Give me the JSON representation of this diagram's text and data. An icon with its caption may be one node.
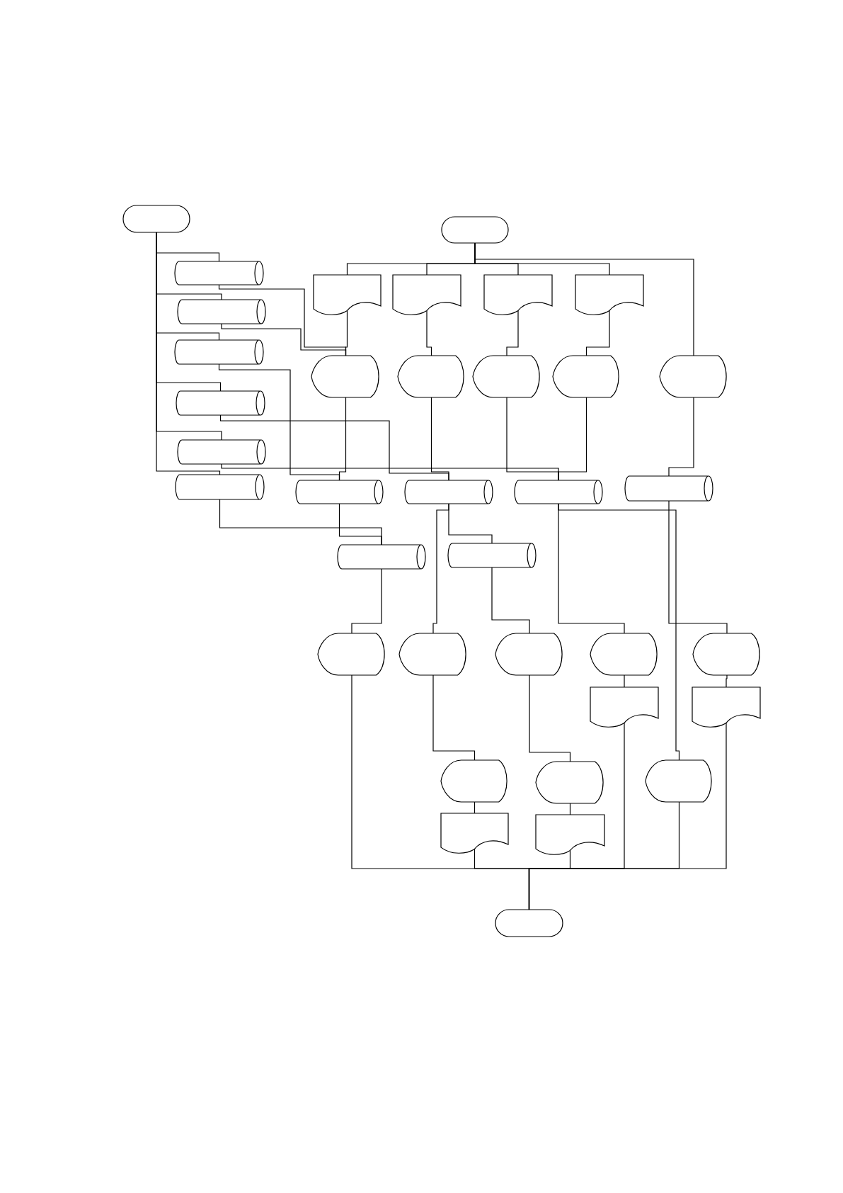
{
  "diagram": {
    "nodes": [
      {
        "text": [],
        "shape": "terminal"
      },
      {
        "text": [],
        "shape": "terminal"
      },
      {
        "text": [],
        "shape": "cylinder"
      },
      {
        "text": [],
        "shape": "document"
      },
      {
        "text": [],
        "shape": "document"
      },
      {
        "text": [],
        "shape": "document"
      },
      {
        "text": [],
        "shape": "document"
      },
      {
        "text": [],
        "shape": "cylinder"
      },
      {
        "text": [],
        "shape": "cylinder"
      },
      {
        "text": [],
        "shape": "display"
      },
      {
        "text": [],
        "shape": "display"
      },
      {
        "text": [],
        "shape": "display"
      },
      {
        "text": [],
        "shape": "display"
      },
      {
        "text": [],
        "shape": "display"
      },
      {
        "text": [],
        "shape": "cylinder"
      },
      {
        "text": [],
        "shape": "cylinder"
      },
      {
        "text": [],
        "shape": "cylinder"
      },
      {
        "text": [],
        "shape": "cylinder"
      },
      {
        "text": [],
        "shape": "cylinder"
      },
      {
        "text": [],
        "shape": "cylinder"
      },
      {
        "text": [],
        "shape": "cylinder"
      },
      {
        "text": [],
        "shape": "cylinder"
      },
      {
        "text": [],
        "shape": "cylinder"
      },
      {
        "text": [],
        "shape": "display"
      },
      {
        "text": [],
        "shape": "display"
      },
      {
        "text": [],
        "shape": "display"
      },
      {
        "text": [],
        "shape": "display"
      },
      {
        "text": [],
        "shape": "display"
      },
      {
        "text": [],
        "shape": "document"
      },
      {
        "text": [],
        "shape": "document"
      },
      {
        "text": [],
        "shape": "display"
      },
      {
        "text": [],
        "shape": "display"
      },
      {
        "text": [],
        "shape": "display"
      },
      {
        "text": [],
        "shape": "document"
      },
      {
        "text": [],
        "shape": "document"
      },
      {
        "text": [],
        "shape": "terminal"
      }
    ],
    "edges": [
      {
        "from": 0,
        "to": 2,
        "arrow": "none"
      },
      {
        "from": 0,
        "to": 7,
        "arrow": "none"
      },
      {
        "from": 0,
        "to": 8,
        "arrow": "none"
      },
      {
        "from": 0,
        "to": 14,
        "arrow": "none"
      },
      {
        "from": 0,
        "to": 15,
        "arrow": "none"
      },
      {
        "from": 0,
        "to": 16,
        "arrow": "none"
      },
      {
        "from": 1,
        "to": 3,
        "arrow": "none"
      },
      {
        "from": 1,
        "to": 4,
        "arrow": "none"
      },
      {
        "from": 1,
        "to": 5,
        "arrow": "none"
      },
      {
        "from": 1,
        "to": 6,
        "arrow": "none"
      },
      {
        "from": 1,
        "to": 13,
        "arrow": "none"
      },
      {
        "from": 2,
        "to": 9,
        "arrow": "none"
      },
      {
        "from": 7,
        "to": 9,
        "arrow": "none"
      },
      {
        "from": 3,
        "to": 9,
        "arrow": "none"
      },
      {
        "from": 4,
        "to": 10,
        "arrow": "none"
      },
      {
        "from": 5,
        "to": 11,
        "arrow": "none"
      },
      {
        "from": 6,
        "to": 12,
        "arrow": "none"
      },
      {
        "from": 8,
        "to": 17,
        "arrow": "none"
      },
      {
        "from": 14,
        "to": 18,
        "arrow": "none"
      },
      {
        "from": 15,
        "to": 19,
        "arrow": "none"
      },
      {
        "from": 16,
        "to": 21,
        "arrow": "none"
      },
      {
        "from": 9,
        "to": 17,
        "arrow": "none"
      },
      {
        "from": 10,
        "to": 18,
        "arrow": "none"
      },
      {
        "from": 11,
        "to": 19,
        "arrow": "none"
      },
      {
        "from": 12,
        "to": 19,
        "arrow": "none"
      },
      {
        "from": 13,
        "to": 20,
        "arrow": "none"
      },
      {
        "from": 17,
        "to": 21,
        "arrow": "none"
      },
      {
        "from": 18,
        "to": 22,
        "arrow": "none"
      },
      {
        "from": 18,
        "to": 24,
        "arrow": "none"
      },
      {
        "from": 19,
        "to": 26,
        "arrow": "none"
      },
      {
        "from": 19,
        "to": 32,
        "arrow": "none"
      },
      {
        "from": 20,
        "to": 27,
        "arrow": "none"
      },
      {
        "from": 21,
        "to": 23,
        "arrow": "none"
      },
      {
        "from": 22,
        "to": 25,
        "arrow": "none"
      },
      {
        "from": 24,
        "to": 30,
        "arrow": "none"
      },
      {
        "from": 25,
        "to": 31,
        "arrow": "none"
      },
      {
        "from": 26,
        "to": 28,
        "arrow": "none"
      },
      {
        "from": 27,
        "to": 29,
        "arrow": "none"
      },
      {
        "from": 30,
        "to": 33,
        "arrow": "none"
      },
      {
        "from": 31,
        "to": 34,
        "arrow": "none"
      },
      {
        "from": 23,
        "to": 35,
        "arrow": "none"
      },
      {
        "from": 33,
        "to": 35,
        "arrow": "none"
      },
      {
        "from": 34,
        "to": 35,
        "arrow": "none"
      },
      {
        "from": 28,
        "to": 35,
        "arrow": "none"
      },
      {
        "from": 29,
        "to": 35,
        "arrow": "none"
      },
      {
        "from": 32,
        "to": 35,
        "arrow": "none"
      }
    ]
  }
}
